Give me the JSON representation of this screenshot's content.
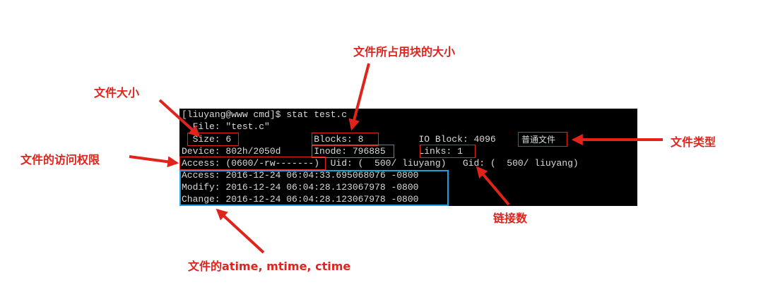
{
  "terminal": {
    "lines": [
      "[liuyang@www cmd]$ stat test.c",
      "  File: \"test.c\"",
      "  Size: 6               Blocks: 8          IO Block: 4096",
      "Device: 802h/2050d      Inode: 796885      Links: 1",
      "Access: (0600/-rw-------)  Uid: (  500/ liuyang)   Gid: (  500/ liuyang)",
      "Access: 2016-12-24 06:04:33.695068076 -0800",
      "Modify: 2016-12-24 06:04:28.123067978 -0800",
      "Change: 2016-12-24 06:04:28.123067978 -0800"
    ],
    "file_type_chip": "普通文件"
  },
  "annotations": {
    "blocks": "文件所占用块的大小",
    "size": "文件大小",
    "type": "文件类型",
    "access": "文件的访问权限",
    "links": "链接数",
    "times": "文件的atime, mtime, ctime"
  },
  "colors": {
    "annotation_red": "#e0241c",
    "highlight_green": "#2fa84a",
    "highlight_blue": "#1e9fe0",
    "terminal_bg": "#000000",
    "terminal_text": "#d9d9d9"
  }
}
